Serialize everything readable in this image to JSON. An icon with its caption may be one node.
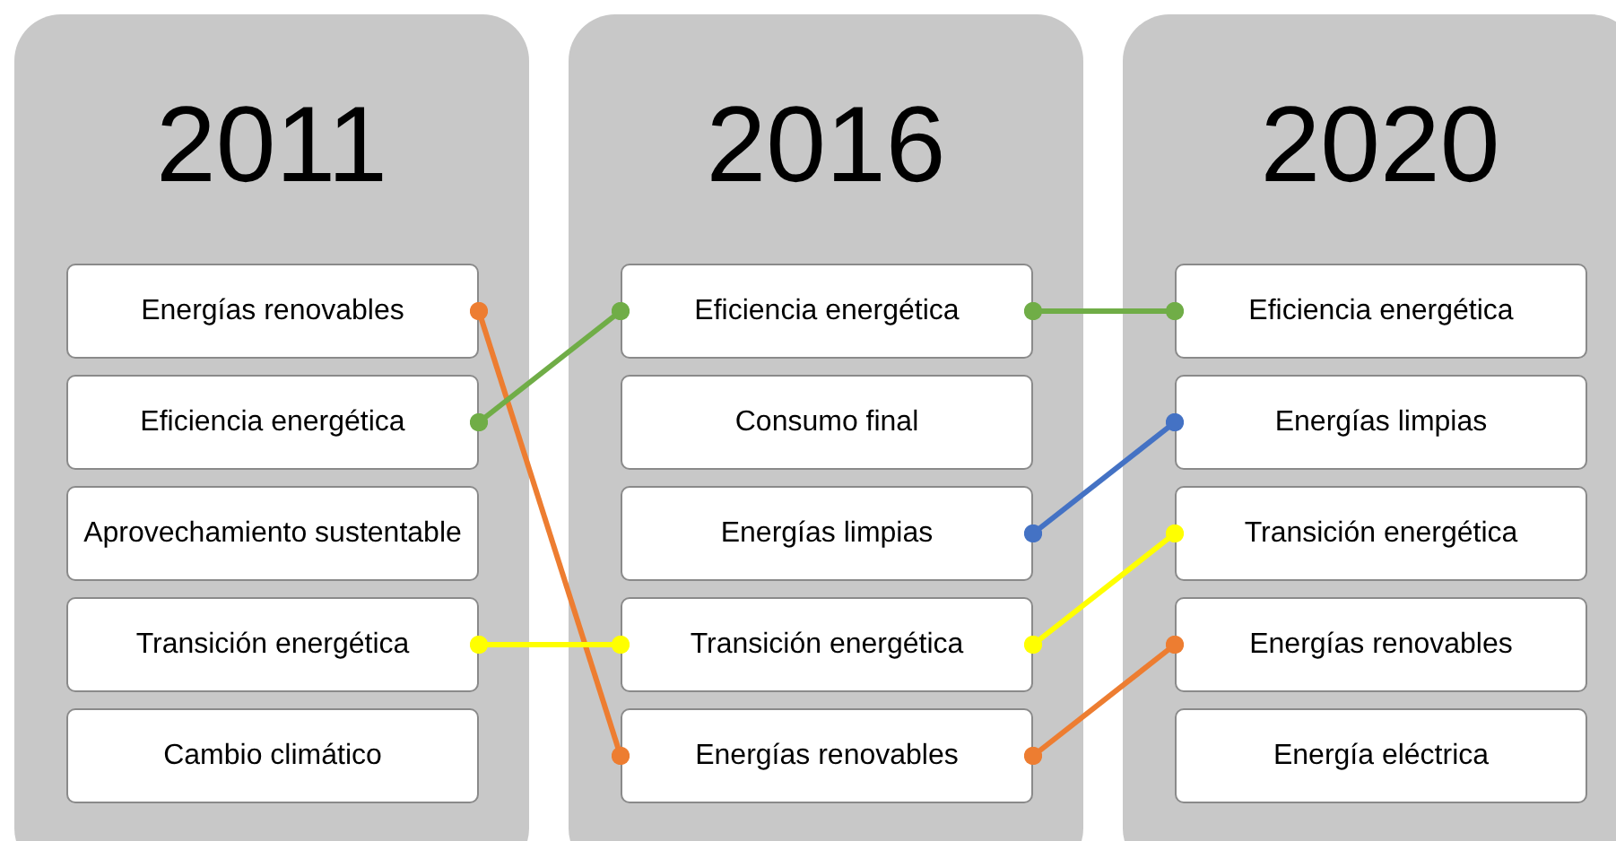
{
  "diagram": {
    "nodes": [
      {
        "text": [
          "2011"
        ]
      },
      {
        "text": [
          "Energías renovables"
        ],
        "in": 0
      },
      {
        "text": [
          "Eficiencia energética"
        ],
        "in": 0
      },
      {
        "text": [
          "Aprovechamiento sustentable"
        ],
        "in": 0
      },
      {
        "text": [
          "Transición energética"
        ],
        "in": 0
      },
      {
        "text": [
          "Cambio climático"
        ],
        "in": 0
      },
      {
        "text": [
          "2016"
        ]
      },
      {
        "text": [
          "Eficiencia energética"
        ],
        "in": 6
      },
      {
        "text": [
          "Consumo final"
        ],
        "in": 6
      },
      {
        "text": [
          "Energías limpias"
        ],
        "in": 6
      },
      {
        "text": [
          "Transición energética"
        ],
        "in": 6
      },
      {
        "text": [
          "Energías renovables"
        ],
        "in": 6
      },
      {
        "text": [
          "2020"
        ]
      },
      {
        "text": [
          "Eficiencia energética"
        ],
        "in": 12
      },
      {
        "text": [
          "Energías limpias"
        ],
        "in": 12
      },
      {
        "text": [
          "Transición energética"
        ],
        "in": 12
      },
      {
        "text": [
          "Energías renovables"
        ],
        "in": 12
      },
      {
        "text": [
          "Energía eléctrica"
        ],
        "in": 12
      }
    ],
    "edges": [
      {
        "from": 1,
        "to": 11,
        "arrow": "other",
        "color": "#ed7d31"
      },
      {
        "from": 2,
        "to": 7,
        "arrow": "other",
        "color": "#70ad47"
      },
      {
        "from": 4,
        "to": 10,
        "arrow": "other",
        "color": "#ffff00"
      },
      {
        "from": 7,
        "to": 13,
        "arrow": "other",
        "color": "#70ad47"
      },
      {
        "from": 9,
        "to": 14,
        "arrow": "other",
        "color": "#4472c4"
      },
      {
        "from": 10,
        "to": 15,
        "arrow": "other",
        "color": "#ffff00"
      },
      {
        "from": 11,
        "to": 16,
        "arrow": "other",
        "color": "#ed7d31"
      }
    ]
  }
}
